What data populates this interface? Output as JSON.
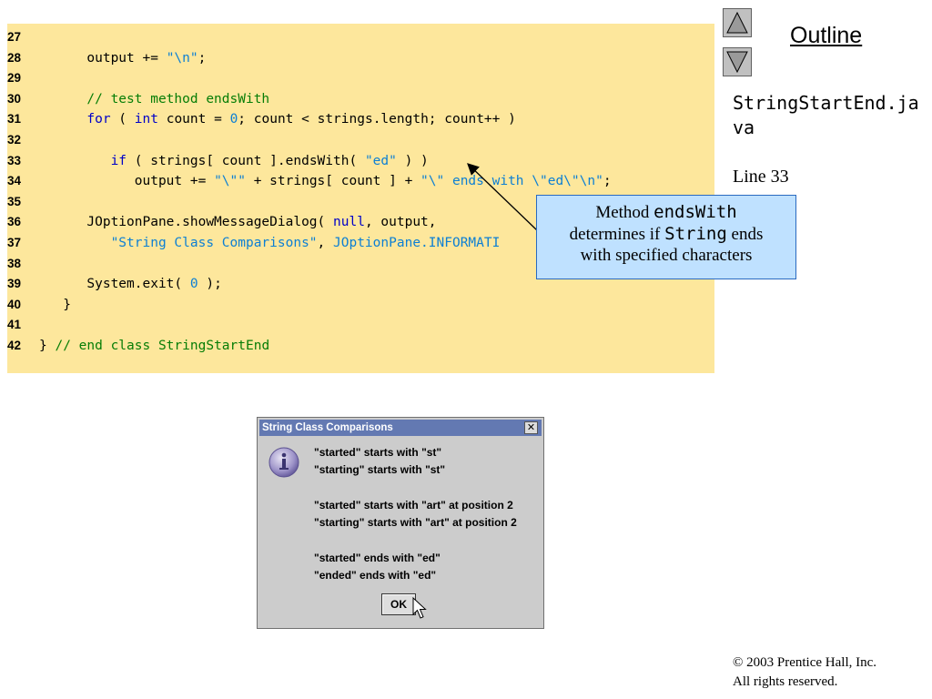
{
  "code_lines": [
    {
      "num": "27",
      "tokens": []
    },
    {
      "num": "28",
      "tokens": [
        {
          "t": "plain",
          "s": "      output += "
        },
        {
          "t": "str",
          "s": "\"\\n\""
        },
        {
          "t": "plain",
          "s": ";"
        }
      ]
    },
    {
      "num": "29",
      "tokens": []
    },
    {
      "num": "30",
      "tokens": [
        {
          "t": "cmt",
          "s": "      // test method endsWith"
        }
      ]
    },
    {
      "num": "31",
      "tokens": [
        {
          "t": "kw",
          "s": "      for"
        },
        {
          "t": "plain",
          "s": " ( "
        },
        {
          "t": "kw",
          "s": "int"
        },
        {
          "t": "plain",
          "s": " count = "
        },
        {
          "t": "str",
          "s": "0"
        },
        {
          "t": "plain",
          "s": "; count < strings.length; count++ )"
        }
      ]
    },
    {
      "num": "32",
      "tokens": []
    },
    {
      "num": "33",
      "tokens": [
        {
          "t": "kw",
          "s": "         if"
        },
        {
          "t": "plain",
          "s": " ( strings[ count ].endsWith( "
        },
        {
          "t": "str",
          "s": "\"ed\""
        },
        {
          "t": "plain",
          "s": " ) )"
        }
      ]
    },
    {
      "num": "34",
      "tokens": [
        {
          "t": "plain",
          "s": "            output += "
        },
        {
          "t": "str",
          "s": "\"\\\"\""
        },
        {
          "t": "plain",
          "s": " + strings[ count ] + "
        },
        {
          "t": "str",
          "s": "\"\\\" ends with \\\"ed\\\"\\n\""
        },
        {
          "t": "plain",
          "s": ";"
        }
      ]
    },
    {
      "num": "35",
      "tokens": []
    },
    {
      "num": "36",
      "tokens": [
        {
          "t": "plain",
          "s": "      JOptionPane.showMessageDialog( "
        },
        {
          "t": "kw",
          "s": "null"
        },
        {
          "t": "plain",
          "s": ", output,"
        }
      ]
    },
    {
      "num": "37",
      "tokens": [
        {
          "t": "str",
          "s": "         \"String Class Comparisons\""
        },
        {
          "t": "plain",
          "s": ", "
        },
        {
          "t": "str",
          "s": "JOptionPane.INFORMATI"
        }
      ]
    },
    {
      "num": "38",
      "tokens": []
    },
    {
      "num": "39",
      "tokens": [
        {
          "t": "plain",
          "s": "      System.exit( "
        },
        {
          "t": "str",
          "s": "0"
        },
        {
          "t": "plain",
          "s": " );"
        }
      ]
    },
    {
      "num": "40",
      "tokens": [
        {
          "t": "plain",
          "s": "   }"
        }
      ]
    },
    {
      "num": "41",
      "tokens": []
    },
    {
      "num": "42",
      "tokens": [
        {
          "t": "plain",
          "s": "} "
        },
        {
          "t": "cmt",
          "s": "// end class StringStartEnd"
        }
      ]
    }
  ],
  "outline": {
    "title": "Outline",
    "file_name": "StringStartEnd.java",
    "line_ref": "Line 33"
  },
  "callout": {
    "part1": "Method ",
    "code1": "endsWith",
    "part2": "determines if ",
    "code2": "String",
    "part3": " ends",
    "part4": "with specified characters"
  },
  "dialog": {
    "title": "String Class Comparisons",
    "close_label": "✕",
    "messages": [
      "\"started\" starts with \"st\"",
      "\"starting\" starts with \"st\"",
      "",
      "\"started\" starts with \"art\" at position 2",
      "\"starting\" starts with \"art\" at position 2",
      "",
      "\"started\" ends with \"ed\"",
      "\"ended\" ends with \"ed\""
    ],
    "ok_label": "OK"
  },
  "copyright": {
    "line1": "© 2003 Prentice Hall, Inc.",
    "line2": "All rights reserved."
  },
  "icons": {
    "nav_up": "triangle-up-icon",
    "nav_down": "triangle-down-icon",
    "dialog_info": "information-icon",
    "mouse_cursor": "mouse-pointer-icon"
  }
}
